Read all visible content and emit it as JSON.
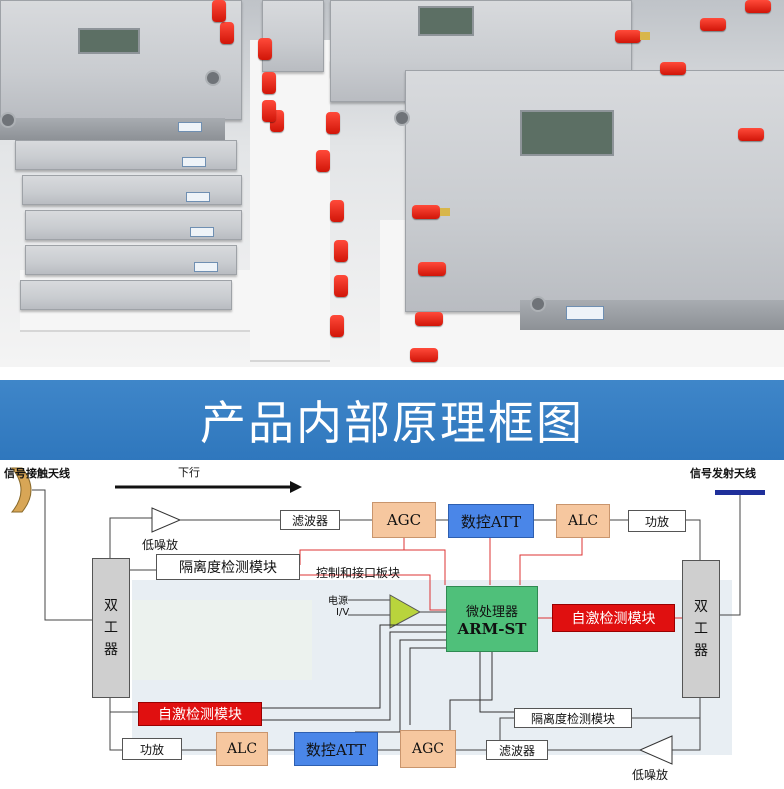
{
  "banner": {
    "title": "产品内部原理框图"
  },
  "antennas": {
    "receive_label": "信号接触天线",
    "transmit_label": "信号发射天线"
  },
  "direction": {
    "downlink_label": "下行"
  },
  "left_duplexer": {
    "chars": [
      "双",
      "工",
      "器"
    ]
  },
  "right_duplexer": {
    "chars": [
      "双",
      "工",
      "器"
    ]
  },
  "downlink": {
    "lna_label": "低噪放",
    "isolation_label": "隔离度检测模块",
    "filter_label": "滤波器",
    "agc_label": "AGC",
    "att_label": "数控ATT",
    "alc_label": "ALC",
    "pa_label": "功放"
  },
  "control": {
    "board_label": "控制和接口板块",
    "power_label": "电源",
    "io_label": "I/V",
    "mcu_line1": "微处理器",
    "mcu_line2": "ARM-ST",
    "self_excite_right": "自激检测模块",
    "self_excite_left": "自激检测模块"
  },
  "uplink": {
    "pa_label": "功放",
    "alc_label": "ALC",
    "att_label": "数控ATT",
    "agc_label": "AGC",
    "filter_label": "滤波器",
    "isolation_label": "隔离度检测模块",
    "lna_label": "低噪放"
  },
  "colors": {
    "banner": "#3878c2",
    "agc_alc": "#f6c79f",
    "att": "#4a86e8",
    "mcu": "#4fc07a",
    "alarm": "#e01010",
    "amp": "#b9d43c"
  }
}
